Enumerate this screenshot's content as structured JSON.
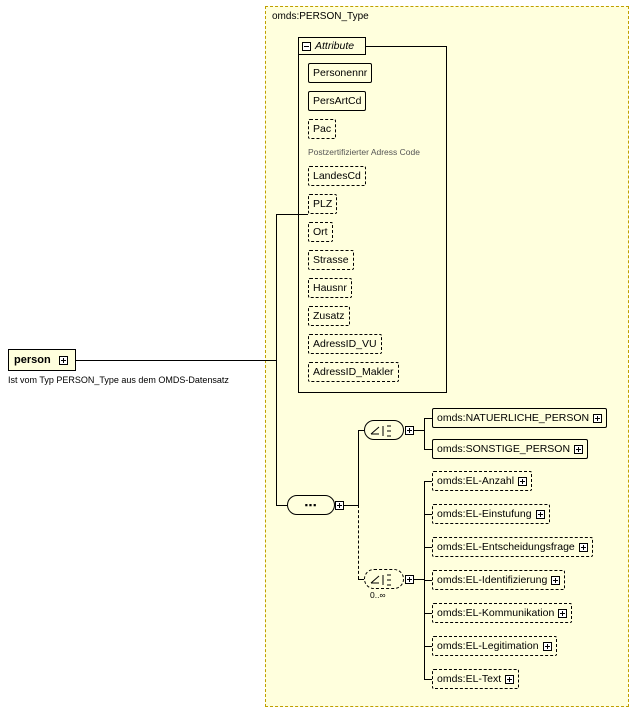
{
  "diagram": {
    "type_box_label": "omds:PERSON_Type",
    "attribute_group": {
      "label": "Attribute",
      "toggle_icon": "minus-square-icon",
      "attributes": [
        {
          "name": "Personennr",
          "dashed": false,
          "note": ""
        },
        {
          "name": "PersArtCd",
          "dashed": false,
          "note": ""
        },
        {
          "name": "Pac",
          "dashed": true,
          "note": "Postzertifizierter Adress Code"
        },
        {
          "name": "LandesCd",
          "dashed": true,
          "note": ""
        },
        {
          "name": "PLZ",
          "dashed": true,
          "note": ""
        },
        {
          "name": "Ort",
          "dashed": true,
          "note": ""
        },
        {
          "name": "Strasse",
          "dashed": true,
          "note": ""
        },
        {
          "name": "Hausnr",
          "dashed": true,
          "note": ""
        },
        {
          "name": "Zusatz",
          "dashed": true,
          "note": ""
        },
        {
          "name": "AdressID_VU",
          "dashed": true,
          "note": ""
        },
        {
          "name": "AdressID_Makler",
          "dashed": true,
          "note": ""
        }
      ]
    },
    "root": {
      "name": "person",
      "toggle_icon": "expand-square-icon",
      "caption": "Ist vom Typ PERSON_Type aus dem OMDS-Datensatz"
    },
    "compositors": [
      {
        "id": "sequence-main",
        "kind": "sequence",
        "glyph": "▪▪▪",
        "occurrence": ""
      },
      {
        "id": "choice-person",
        "kind": "choice",
        "glyph": "",
        "occurrence": ""
      },
      {
        "id": "choice-el",
        "kind": "choice",
        "glyph": "",
        "occurrence": "0..∞"
      }
    ],
    "choice_person_items": [
      {
        "name": "omds:NATUERLICHE_PERSON",
        "toggle_icon": "plus-square-icon"
      },
      {
        "name": "omds:SONSTIGE_PERSON",
        "toggle_icon": "plus-square-icon"
      }
    ],
    "choice_el_items": [
      {
        "name": "omds:EL-Anzahl",
        "toggle_icon": "plus-square-icon"
      },
      {
        "name": "omds:EL-Einstufung",
        "toggle_icon": "plus-square-icon"
      },
      {
        "name": "omds:EL-Entscheidungsfrage",
        "toggle_icon": "plus-square-icon"
      },
      {
        "name": "omds:EL-Identifizierung",
        "toggle_icon": "plus-square-icon"
      },
      {
        "name": "omds:EL-Kommunikation",
        "toggle_icon": "plus-square-icon"
      },
      {
        "name": "omds:EL-Legitimation",
        "toggle_icon": "plus-square-icon"
      },
      {
        "name": "omds:EL-Text",
        "toggle_icon": "plus-square-icon"
      }
    ],
    "colors": {
      "box_fill": "#ffffdd",
      "border": "#000000",
      "type_border": "#c0a000",
      "note_text": "#555555"
    }
  }
}
